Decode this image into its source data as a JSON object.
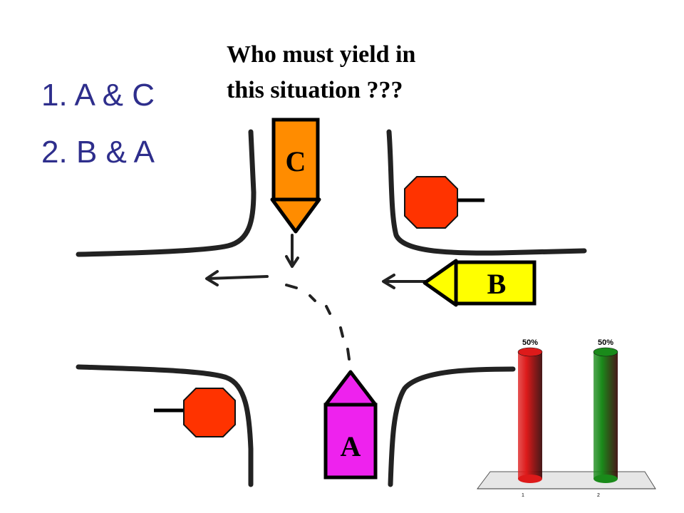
{
  "question": {
    "line1": "Who must yield in",
    "line2": "this situation ???"
  },
  "options": [
    {
      "number": "1.",
      "text": "A & C"
    },
    {
      "number": "2.",
      "text": "B & A"
    }
  ],
  "vehicles": {
    "a": {
      "label": "A",
      "color": "#ee22ee"
    },
    "b": {
      "label": "B",
      "color": "#ffff00"
    },
    "c": {
      "label": "C",
      "color": "#ff8c00"
    }
  },
  "stop_sign_color": "#ff3300",
  "chart_data": {
    "type": "bar",
    "categories": [
      "1",
      "2"
    ],
    "values": [
      50,
      50
    ],
    "data_labels": [
      "50%",
      "50%"
    ],
    "colors": [
      "#dd1a1a",
      "#1a8a1a"
    ],
    "ylim": [
      0,
      50
    ]
  }
}
